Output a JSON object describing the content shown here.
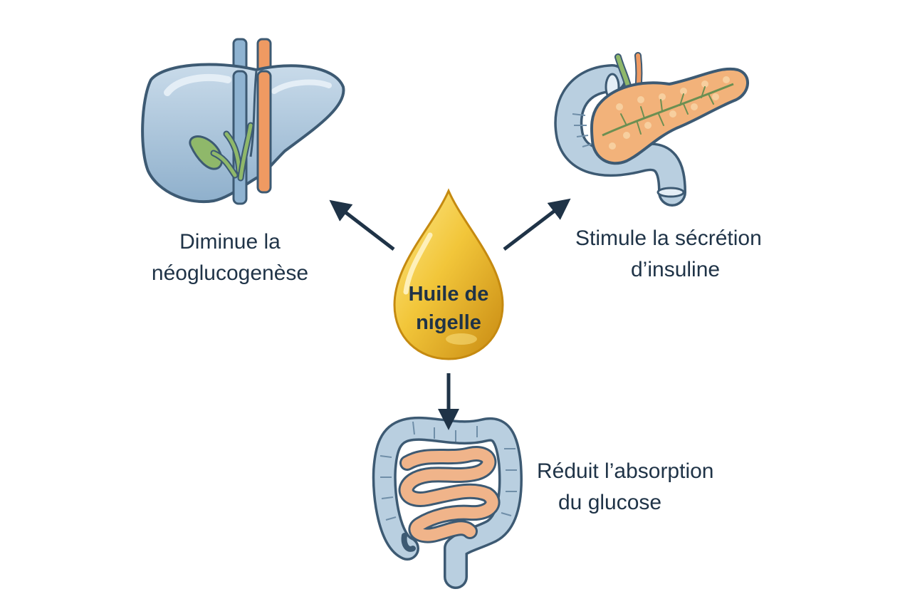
{
  "center": {
    "line1": "Huile de",
    "line2": "nigelle"
  },
  "effects": {
    "liver": {
      "line1": "Diminue la",
      "line2": "néoglucogenèse"
    },
    "pancreas": {
      "line1": "Stimule la sécrétion",
      "line2": "d’insuline"
    },
    "intestine": {
      "line1": "Réduit l’absorption",
      "line2": "du glucose"
    }
  },
  "colors": {
    "text": "#1f3347",
    "arrow": "#1f3347",
    "oil_drop": "#e6b21f",
    "liver": "#a9c3d9",
    "pancreas": "#f2b27a",
    "intestine": "#f0b48a",
    "colon": "#b9cfe0",
    "vein_blue": "#8fb3d1",
    "artery_orange": "#ef9a62",
    "bile_green": "#8fb86a"
  },
  "icons": [
    "liver-icon",
    "pancreas-icon",
    "intestine-icon",
    "oil-drop-icon"
  ]
}
